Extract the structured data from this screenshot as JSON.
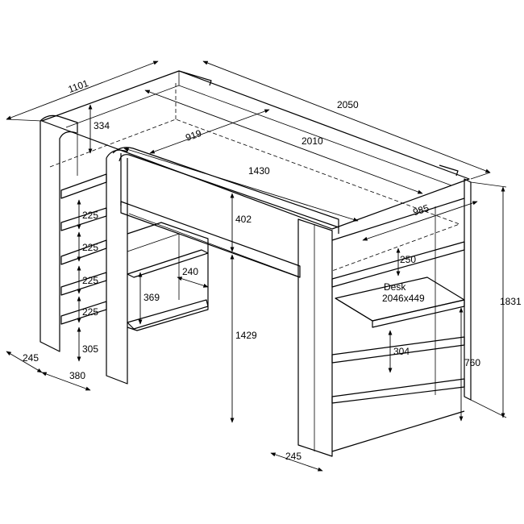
{
  "dimensions": {
    "width_total": "1101",
    "length_total": "2050",
    "guard_height": "334",
    "inner_length": "2010",
    "inner_width": "919",
    "ledge_length": "1430",
    "under_clearance_top": "402",
    "end_width": "985",
    "shelf_gap_top": "250",
    "desk_label": "Desk",
    "desk_size": "2046x449",
    "total_height": "1831",
    "under_height": "1429",
    "desk_shelf_gap": "304",
    "desk_height": "760",
    "foot_depth_right": "245",
    "ladder_step_1": "225",
    "ladder_step_2": "225",
    "ladder_step_3": "225",
    "ladder_step_4": "225",
    "ladder_bottom": "305",
    "ladder_foot": "245",
    "ladder_width": "380",
    "shelf_unit_depth": "240",
    "shelf_unit_height": "369"
  }
}
